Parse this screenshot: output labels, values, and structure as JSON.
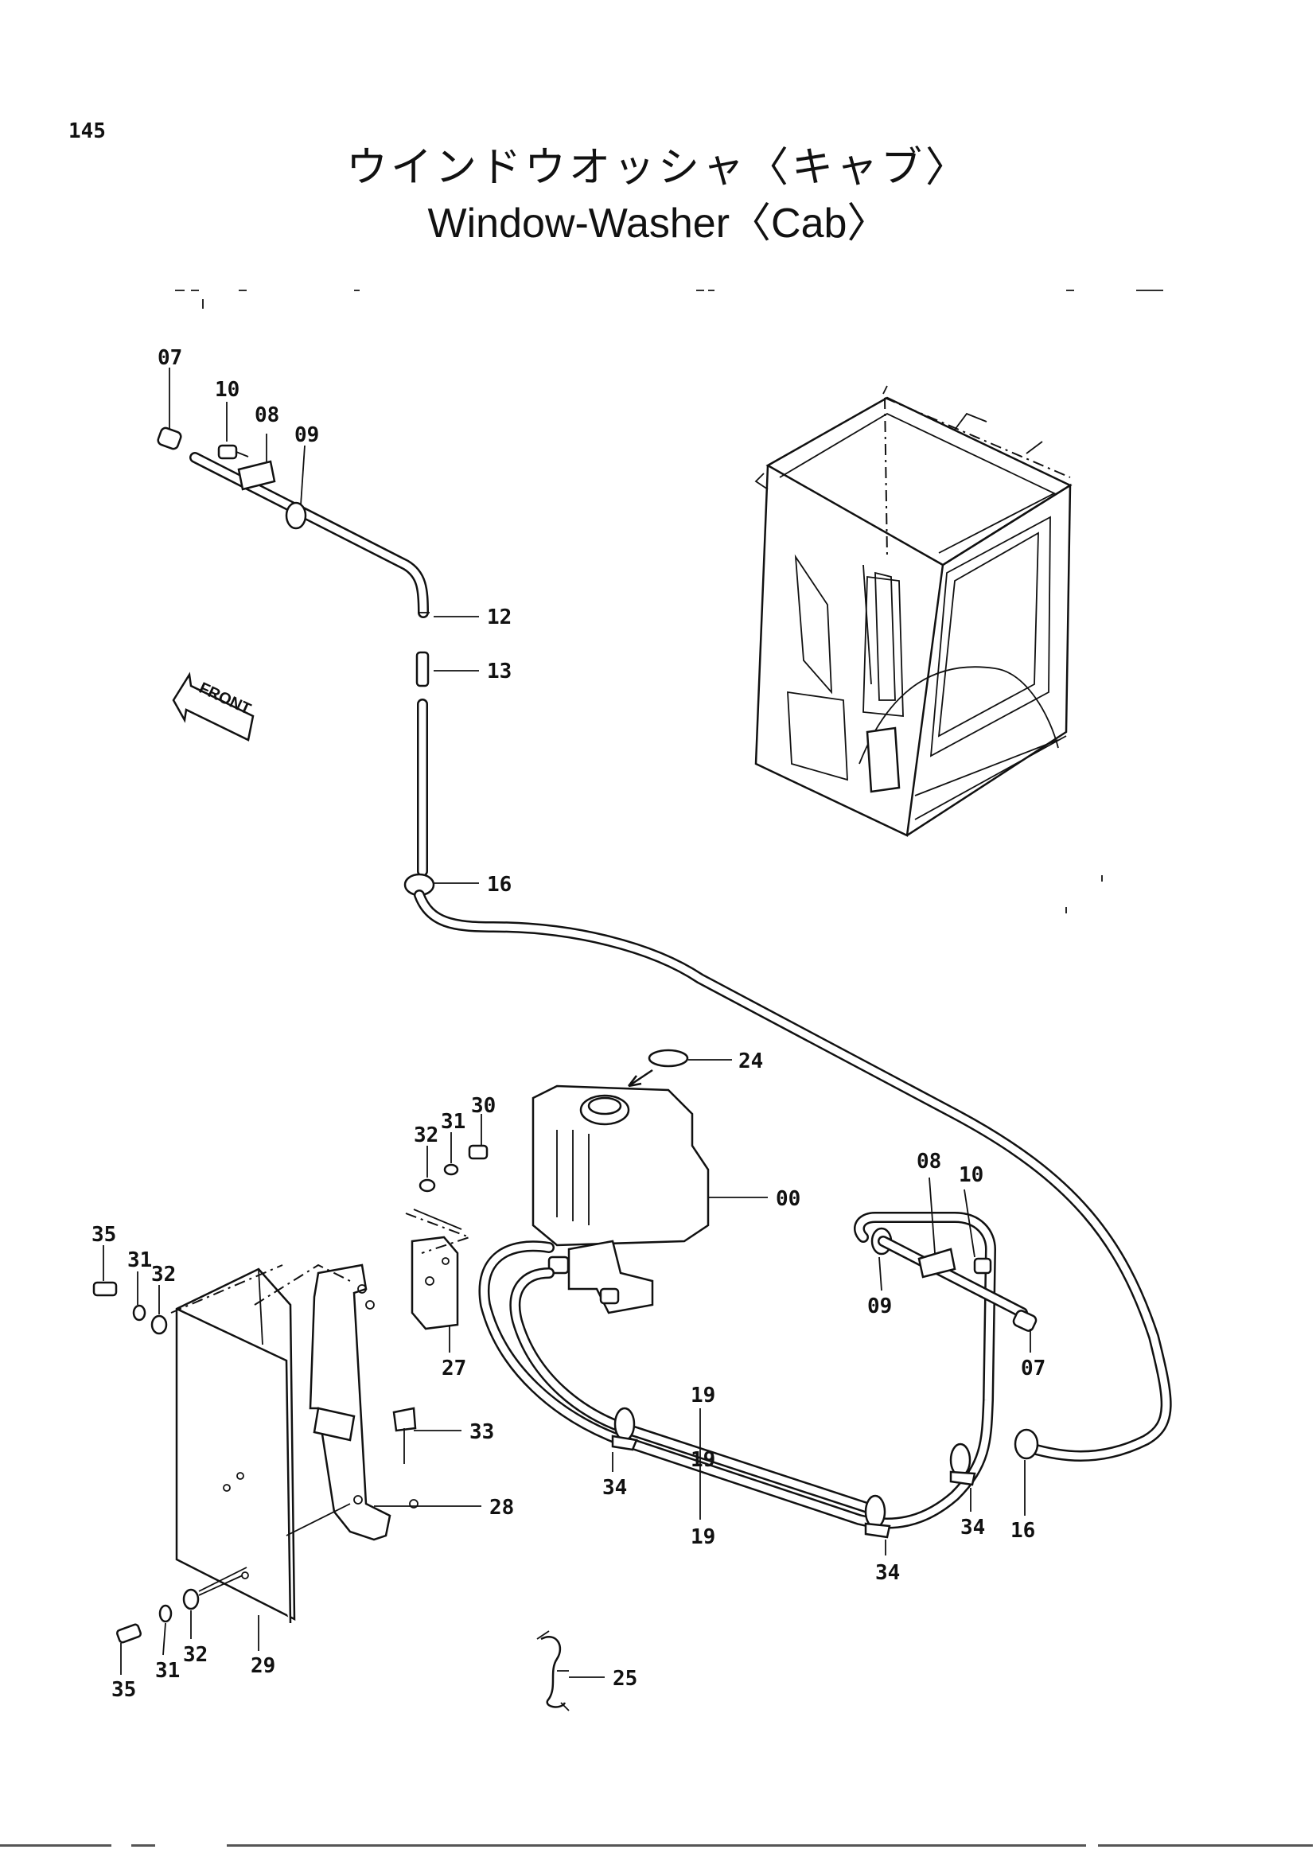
{
  "page": {
    "number": "145"
  },
  "title": {
    "jp": "ウインドウオッシャ〈キャブ〉",
    "en": "Window-Washer〈Cab〉"
  },
  "front_tag": "FRONT",
  "callouts": {
    "c07_top": "07",
    "c10_top": "10",
    "c08_top": "08",
    "c09_top": "09",
    "c12": "12",
    "c13": "13",
    "c16_mid": "16",
    "c24": "24",
    "c00": "00",
    "c30": "30",
    "c31_top": "31",
    "c32_top": "32",
    "c35_left": "35",
    "c31_left": "31",
    "c32_left": "32",
    "c27": "27",
    "c33": "33",
    "c28": "28",
    "c29": "29",
    "c35_bot": "35",
    "c31_bot": "31",
    "c32_bot": "32",
    "c25": "25",
    "c08_right": "08",
    "c10_right": "10",
    "c09_right": "09",
    "c07_right": "07",
    "c19_a": "19",
    "c19_b": "19",
    "c19_c": "19",
    "c34_a": "34",
    "c34_b": "34",
    "c34_c": "34",
    "c16_right": "16"
  }
}
